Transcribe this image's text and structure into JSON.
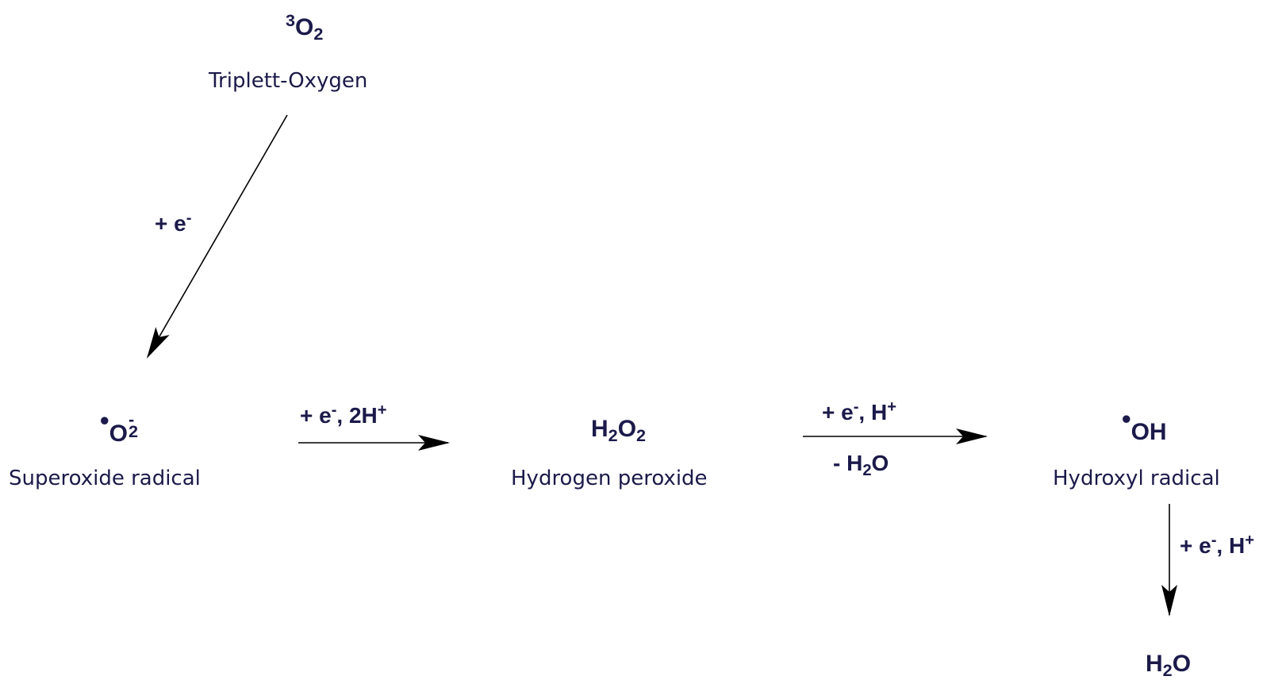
{
  "species": {
    "triplet_oxygen": {
      "formula_prefix": "3",
      "formula_main": "O",
      "formula_sub": "2",
      "name": "Triplett-Oxygen"
    },
    "superoxide": {
      "radical_dot": "•",
      "formula_main": "O",
      "formula_sub": "2",
      "formula_charge": "-",
      "name": "Superoxide radical"
    },
    "hydrogen_peroxide": {
      "h": "H",
      "h_sub": "2",
      "o": "O",
      "o_sub": "2",
      "name": "Hydrogen peroxide"
    },
    "hydroxyl": {
      "radical_dot": "•",
      "formula_main": "OH",
      "name": "Hydroxyl radical"
    },
    "water": {
      "h": "H",
      "h_sub": "2",
      "o": "O"
    }
  },
  "conditions": {
    "step1": {
      "text": "+ e",
      "charge": "-"
    },
    "step2": {
      "text_a": "+ e",
      "charge": "-",
      "text_b": ", 2H",
      "proton": "+"
    },
    "step3": {
      "text_a": "+ e",
      "charge": "-",
      "text_b": ", H",
      "proton": "+",
      "below_prefix": "- H",
      "below_sub": "2",
      "below_suffix": "O"
    },
    "step4": {
      "text_a": "+ e",
      "charge": "-",
      "text_b": ", H",
      "proton": "+"
    }
  },
  "colors": {
    "text": "#1b1a4a",
    "arrow": "#000000"
  }
}
